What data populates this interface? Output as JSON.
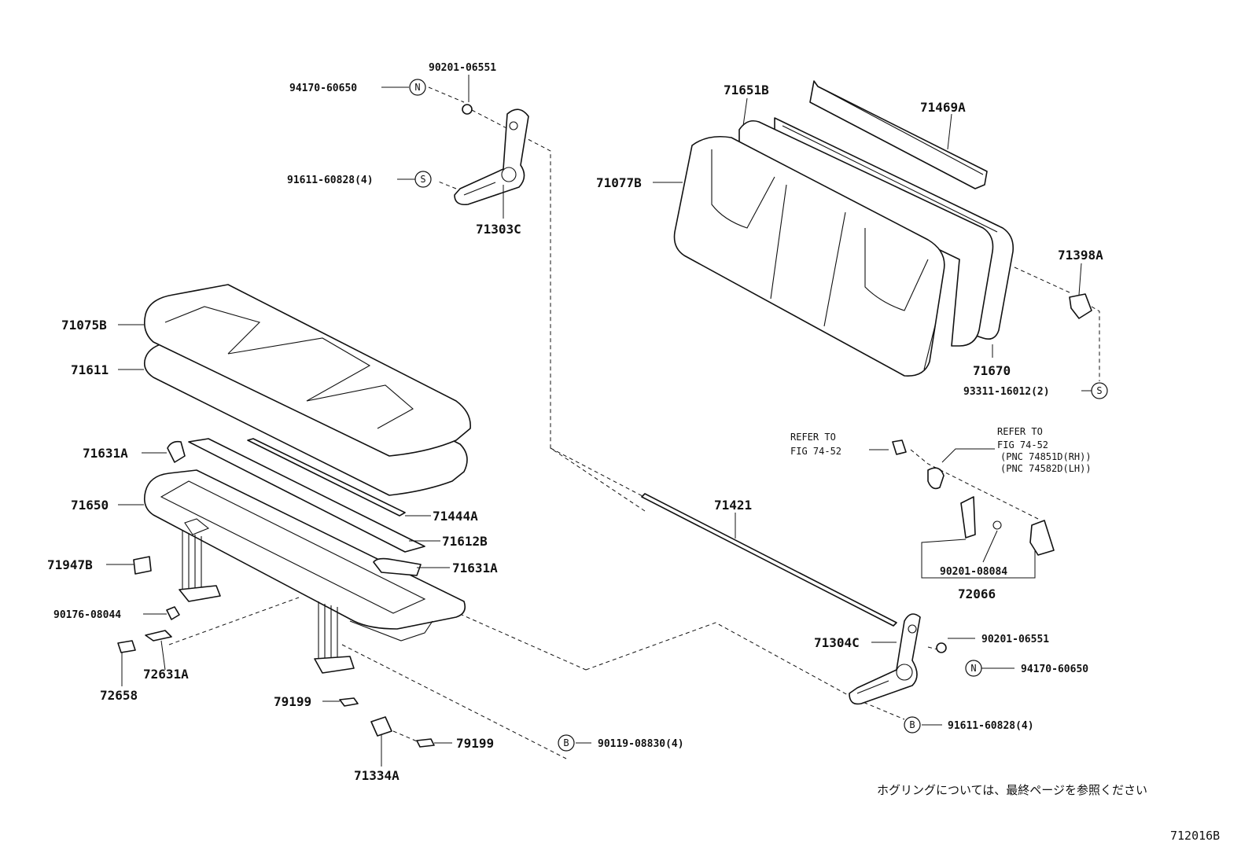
{
  "labels": {
    "p90201_06551_top": "90201-06551",
    "p94170_60650_top": "94170-60650",
    "p91611_60828_top": "91611-60828(4)",
    "p71303C": "71303C",
    "p71651B": "71651B",
    "p71469A": "71469A",
    "p71077B": "71077B",
    "p71398A": "71398A",
    "p71670": "71670",
    "p93311_16012": "93311-16012(2)",
    "p71075B": "71075B",
    "p71611": "71611",
    "p71631A_top": "71631A",
    "p71650": "71650",
    "p71444A": "71444A",
    "p71612B": "71612B",
    "p71631A_bot": "71631A",
    "p71947B": "71947B",
    "p90176_08044": "90176-08044",
    "p72631A": "72631A",
    "p72658": "72658",
    "p79199_a": "79199",
    "p79199_b": "79199",
    "p71334A": "71334A",
    "p90119_08830": "90119-08830(4)",
    "p71421": "71421",
    "p71304C": "71304C",
    "p90201_06551_bot": "90201-06551",
    "p94170_60650_bot": "94170-60650",
    "p91611_60828_bot": "91611-60828(4)",
    "p90201_08084": "90201-08084",
    "p72066": "72066"
  },
  "refs": {
    "left_line1": "REFER TO",
    "left_line2": "FIG 74-52",
    "right_line1": "REFER TO",
    "right_line2": "FIG 74-52",
    "right_pnc_rh": "(PNC 74851D(RH))",
    "right_pnc_lh": "(PNC 74582D(LH))"
  },
  "symbols": {
    "n": "N",
    "s": "S",
    "b": "B"
  },
  "note": "ホグリングについては、最終ページを参照ください",
  "figure_code": "712016B"
}
